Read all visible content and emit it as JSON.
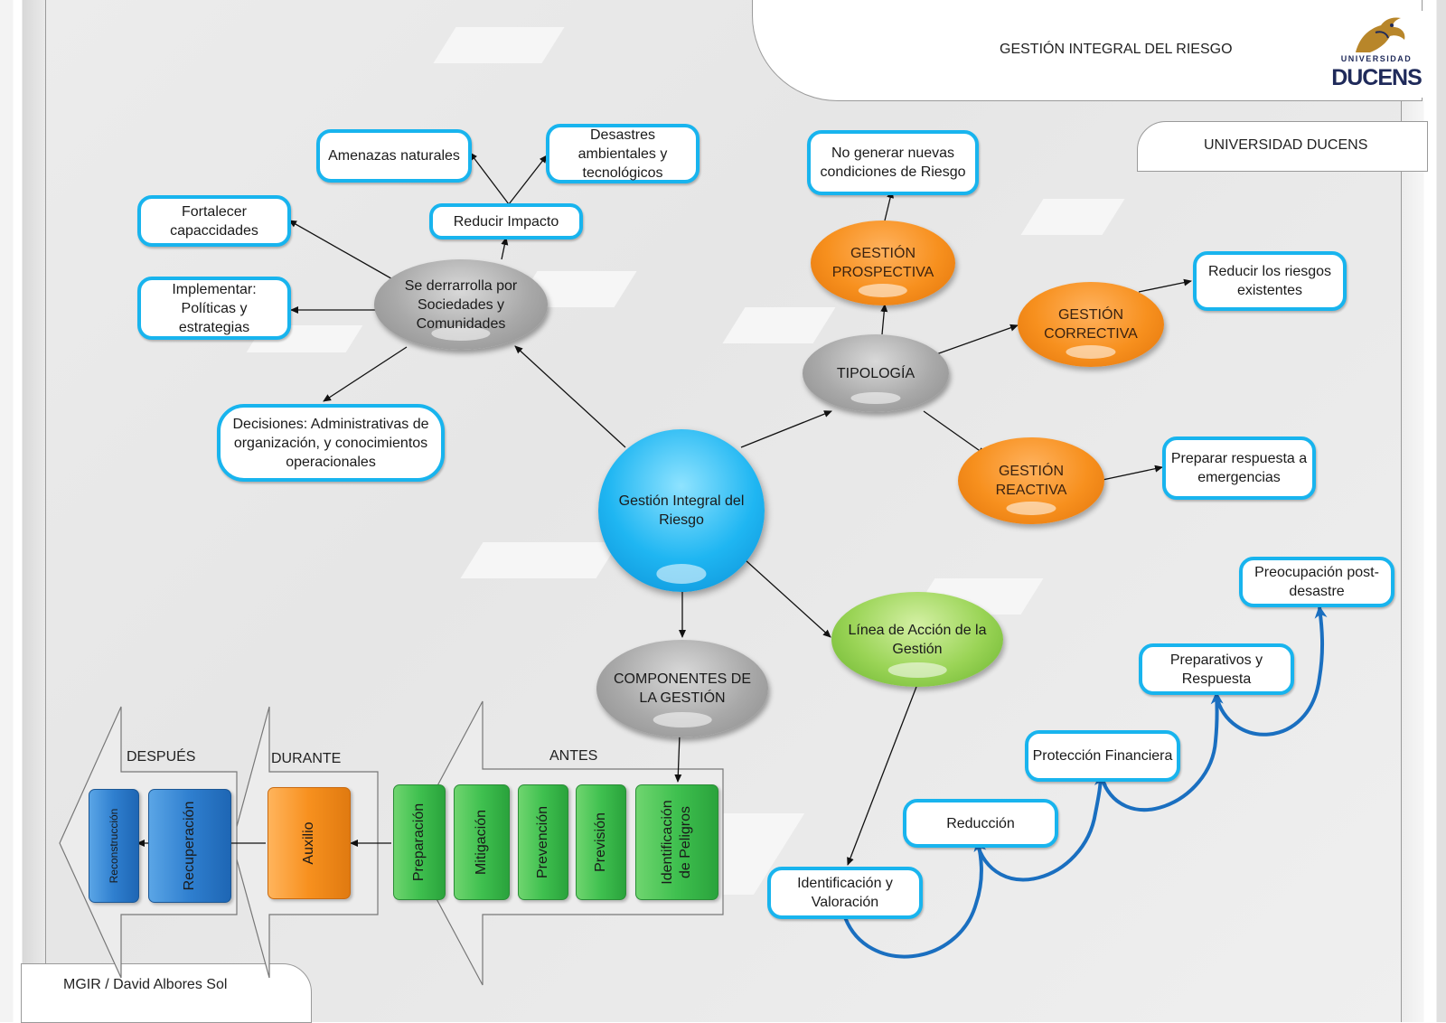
{
  "header": {
    "title": "GESTIÓN INTEGRAL DEL RIESGO",
    "university": "UNIVERSIDAD DUCENS",
    "logo_top": "UNIVERSIDAD",
    "logo_bottom": "DUCENS"
  },
  "footer": {
    "author": "MGIR / David Albores Sol"
  },
  "center": {
    "label": "Gestión Integral del Riesgo"
  },
  "sociedades": {
    "label": "Se derrarrolla por Sociedades y Comunidades",
    "reducir_impacto": "Reducir Impacto",
    "amenazas": "Amenazas naturales",
    "desastres": "Desastres ambientales y tecnológicos",
    "fortalecer": "Fortalecer capaccidades",
    "implementar": "Implementar: Políticas y estrategias",
    "decisiones": "Decisiones: Administrativas de organización, y conocimientos operacionales"
  },
  "tipologia": {
    "label": "TIPOLOGÍA",
    "prospectiva": "GESTIÓN PROSPECTIVA",
    "prospectiva_note": "No generar nuevas condiciones de Riesgo",
    "correctiva": "GESTIÓN CORRECTIVA",
    "correctiva_note": "Reducir los riesgos existentes",
    "reactiva": "GESTIÓN REACTIVA",
    "reactiva_note": "Preparar respuesta a emergencias"
  },
  "componentes": {
    "label": "COMPONENTES DE LA GESTIÓN",
    "stage_despues": "DESPUÉS",
    "stage_durante": "DURANTE",
    "stage_antes": "ANTES",
    "antes": [
      "Preparación",
      "Mitigación",
      "Prevención",
      "Previsión",
      "Identificación de Peligros"
    ],
    "durante": [
      "Auxilio"
    ],
    "despues": [
      "Reconstrucción",
      "Recuperación"
    ]
  },
  "linea": {
    "label": "Línea de Acción de la Gestión",
    "steps": [
      "Identificación y Valoración",
      "Reducción",
      "Protección Financiera",
      "Preparativos y Respuesta",
      "Preocupación post-desastre"
    ]
  },
  "colors": {
    "box_border": "#18b4ee",
    "arc_blue": "#1a6fc0",
    "orange": "#f7901e",
    "green": "#3fc04f",
    "gray": "#a9a9a9"
  }
}
